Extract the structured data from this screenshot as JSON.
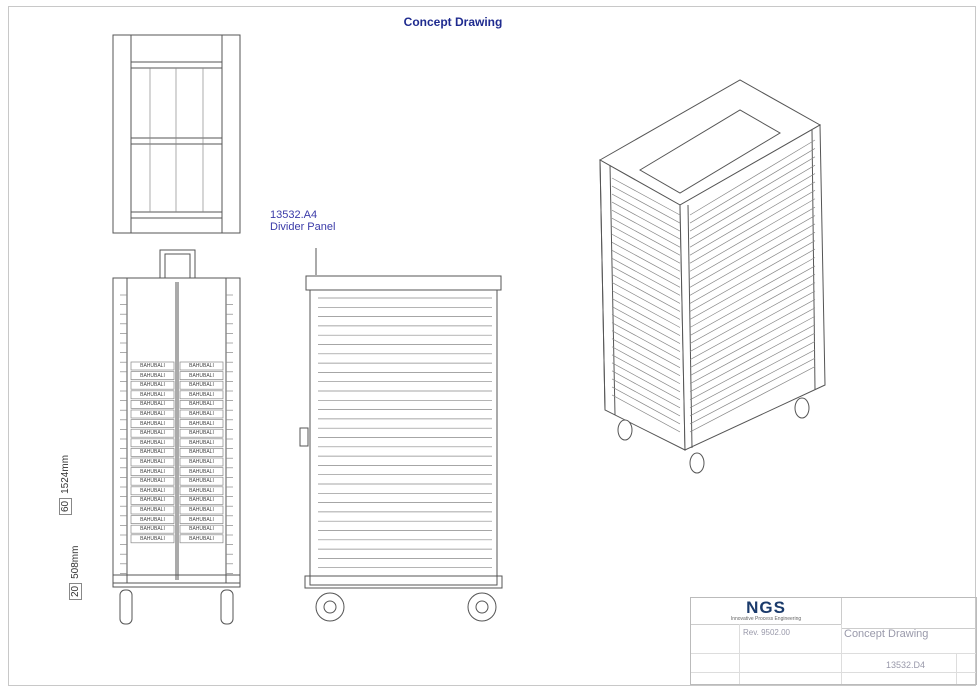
{
  "title": "Concept Drawing",
  "callout": {
    "part_number": "13532.A4",
    "part_name": "Divider Panel"
  },
  "dimensions": [
    {
      "count": "60",
      "length": "1524mm"
    },
    {
      "count": "20",
      "length": "508mm"
    }
  ],
  "tray_label": "BAHUBALI",
  "title_block": {
    "logo": "NGS",
    "tagline": "Innovative Process Engineering",
    "revision": "Rev. 9502.00",
    "drawing_title": "Concept Drawing",
    "drawing_number": "13532.D4"
  },
  "colors": {
    "title": "#1f2b8f",
    "callout": "#3a3aa8",
    "logo": "#1a3a6b"
  }
}
